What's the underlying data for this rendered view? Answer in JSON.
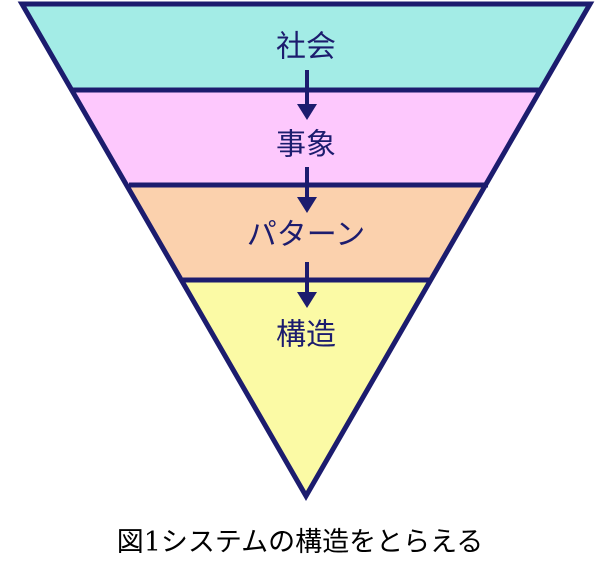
{
  "diagram": {
    "layers": [
      {
        "label": "社会",
        "color": "#a3ece6"
      },
      {
        "label": "事象",
        "color": "#fdc8fd"
      },
      {
        "label": "パターン",
        "color": "#fbd1ad"
      },
      {
        "label": "構造",
        "color": "#fbfaa5"
      }
    ],
    "outline_color": "#1c1c6e",
    "arrow_color": "#1c1c6e"
  },
  "caption": "図1システムの構造をとらえる"
}
